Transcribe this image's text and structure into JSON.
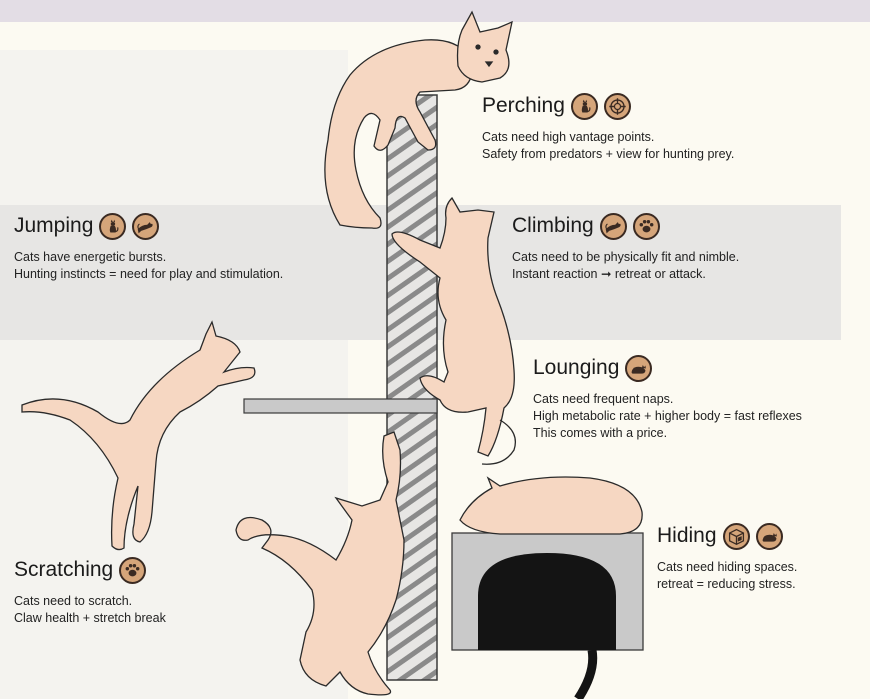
{
  "sections": {
    "perching": {
      "title": "Perching",
      "line1": "Cats need high vantage points.",
      "line2": "Safety from predators + view for hunting prey.",
      "icons": [
        "sitting-cat-icon",
        "crosshair-icon"
      ]
    },
    "jumping": {
      "title": "Jumping",
      "line1": "Cats have energetic bursts.",
      "line2": "Hunting instincts = need for play and stimulation.",
      "icons": [
        "standing-cat-icon",
        "leaping-cat-icon"
      ]
    },
    "climbing": {
      "title": "Climbing",
      "line1": "Cats need to be physically fit and nimble.",
      "line2": "Instant reaction ➞  retreat or attack.",
      "icons": [
        "leaping-cat-icon",
        "paw-icon"
      ]
    },
    "lounging": {
      "title": "Lounging",
      "line1": "Cats need frequent naps.",
      "line2": "High metabolic rate + higher body = fast reflexes",
      "line3": "This comes with a price.",
      "icons": [
        "sleeping-cat-icon"
      ]
    },
    "hiding": {
      "title": "Hiding",
      "line1": "Cats need hiding spaces.",
      "line2": "retreat = reducing stress.",
      "icons": [
        "box-icon",
        "sleeping-cat-icon"
      ]
    },
    "scratching": {
      "title": "Scratching",
      "line1": "Cats need to scratch.",
      "line2": "Claw health + stretch break",
      "icons": [
        "paw-icon"
      ]
    }
  },
  "colors": {
    "background": "#fcfaf2",
    "cat_fill": "#f6d7c2",
    "badge": "#d5a57a",
    "outline": "#3a2a22",
    "band": "#e7e6e4",
    "topbar": "#e3dde5"
  }
}
